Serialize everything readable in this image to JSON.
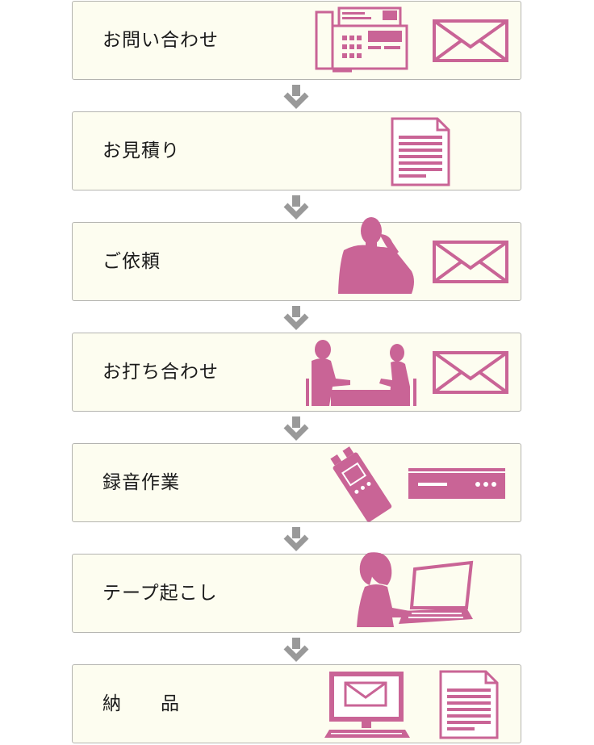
{
  "steps": [
    {
      "label": "お問い合わせ",
      "icons": [
        "fax-icon",
        "envelope-icon"
      ]
    },
    {
      "label": "お見積り",
      "icons": [
        "document-icon"
      ]
    },
    {
      "label": "ご依頼",
      "icons": [
        "person-on-phone-icon",
        "envelope-icon"
      ]
    },
    {
      "label": "お打ち合わせ",
      "icons": [
        "meeting-icon",
        "envelope-icon"
      ]
    },
    {
      "label": "録音作業",
      "icons": [
        "voice-recorder-icon",
        "recording-deck-icon"
      ]
    },
    {
      "label": "テープ起こし",
      "icons": [
        "woman-at-laptop-icon"
      ]
    },
    {
      "label": "納　　品",
      "icons": [
        "computer-mail-icon",
        "document-icon"
      ]
    }
  ],
  "colors": {
    "icon": "#c96496",
    "box_bg": "#fdfdf0",
    "box_border": "#b4b4b0",
    "arrow": "#999999"
  }
}
